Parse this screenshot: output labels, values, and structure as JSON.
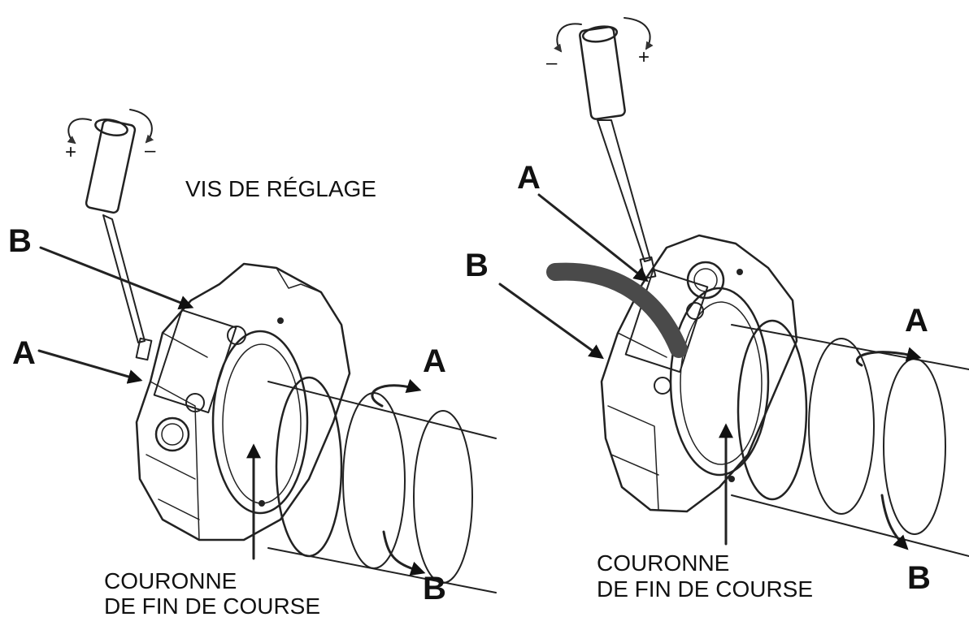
{
  "labels": {
    "adjust_screw": "VIS DE RÉGLAGE",
    "left": {
      "b_top": "B",
      "a_side": "A",
      "a_rot": "A",
      "b_rot": "B",
      "ring_line1": "COURONNE",
      "ring_line2": "DE  FIN DE COURSE",
      "plus": "+",
      "minus": "–"
    },
    "right": {
      "a_top": "A",
      "b_side": "B",
      "a_rot": "A",
      "b_rot": "B",
      "ring_line1": "COURONNE",
      "ring_line2": "DE  FIN DE COURSE",
      "plus": "+",
      "minus": "–"
    }
  }
}
